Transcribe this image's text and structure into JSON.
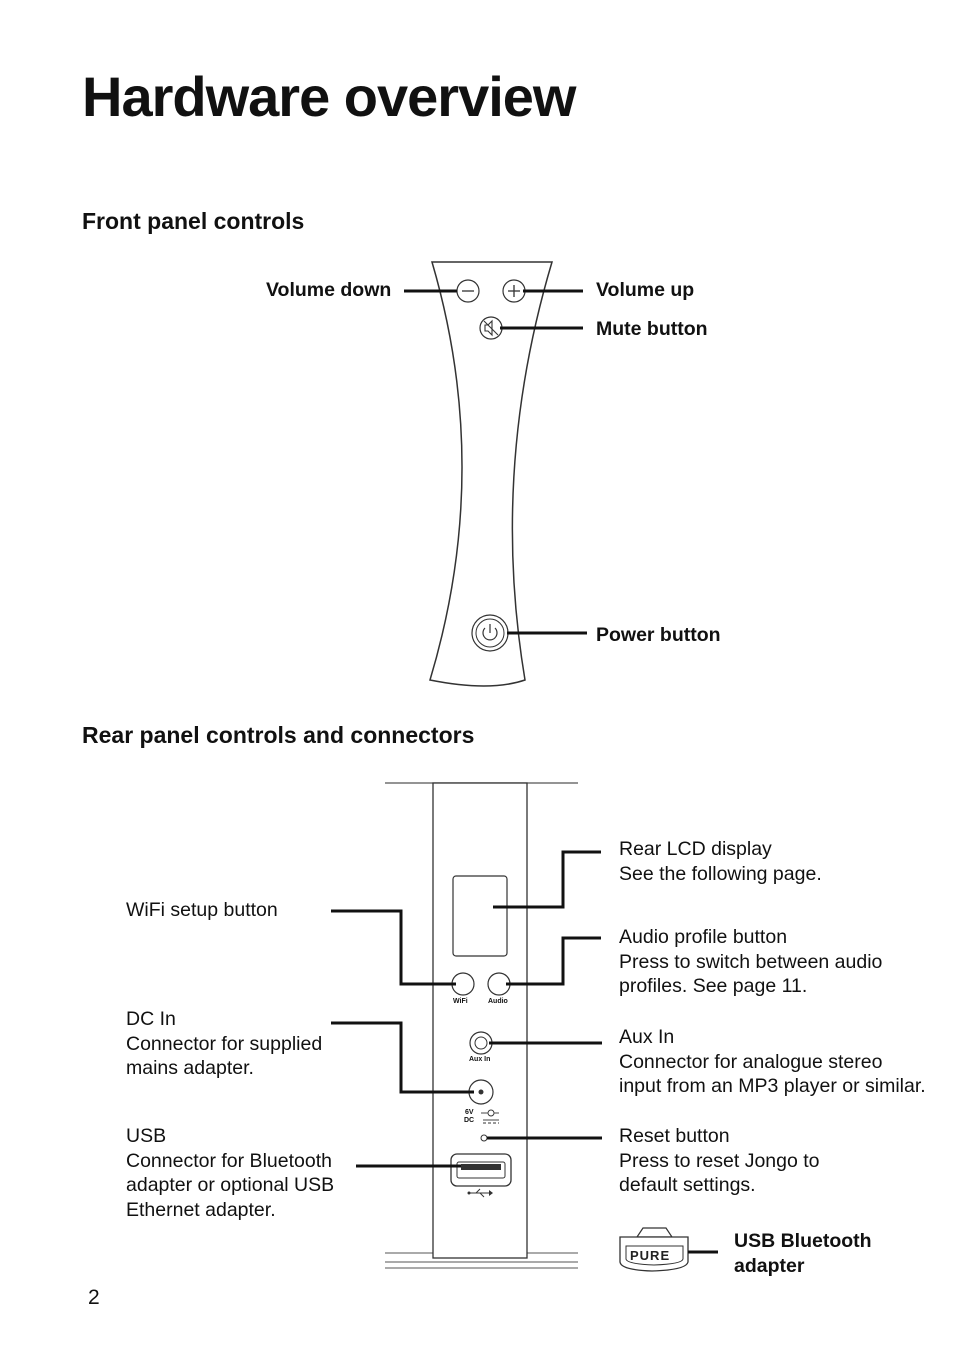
{
  "title": "Hardware overview",
  "front": {
    "heading": "Front panel controls",
    "volume_down": "Volume down",
    "volume_up": "Volume up",
    "mute": "Mute button",
    "power": "Power button"
  },
  "rear": {
    "heading": "Rear panel controls and connectors",
    "lcd_title": "Rear LCD display",
    "lcd_desc": "See the following page.",
    "wifi_title": "WiFi setup button",
    "audio_title": "Audio profile button",
    "audio_desc_1": "Press to switch between audio",
    "audio_desc_2": "profiles. See page 11.",
    "dc_title": "DC In",
    "dc_desc_1": "Connector for supplied",
    "dc_desc_2": "mains adapter.",
    "aux_title": "Aux In",
    "aux_desc_1": "Connector for analogue stereo",
    "aux_desc_2": "input from an MP3 player or similar.",
    "usb_title": "USB",
    "usb_desc_1": "Connector for Bluetooth",
    "usb_desc_2": "adapter or optional USB",
    "usb_desc_3": "Ethernet adapter.",
    "reset_title": "Reset button",
    "reset_desc_1": "Press to reset Jongo to",
    "reset_desc_2": "default settings.",
    "bt_title_1": "USB Bluetooth",
    "bt_title_2": "adapter",
    "panel_wifi": "WiFi",
    "panel_audio": "Audio",
    "panel_aux": "Aux In",
    "panel_dc_1": "6V",
    "panel_dc_2": "DC",
    "adapter_logo": "PURE"
  },
  "page_number": "2"
}
